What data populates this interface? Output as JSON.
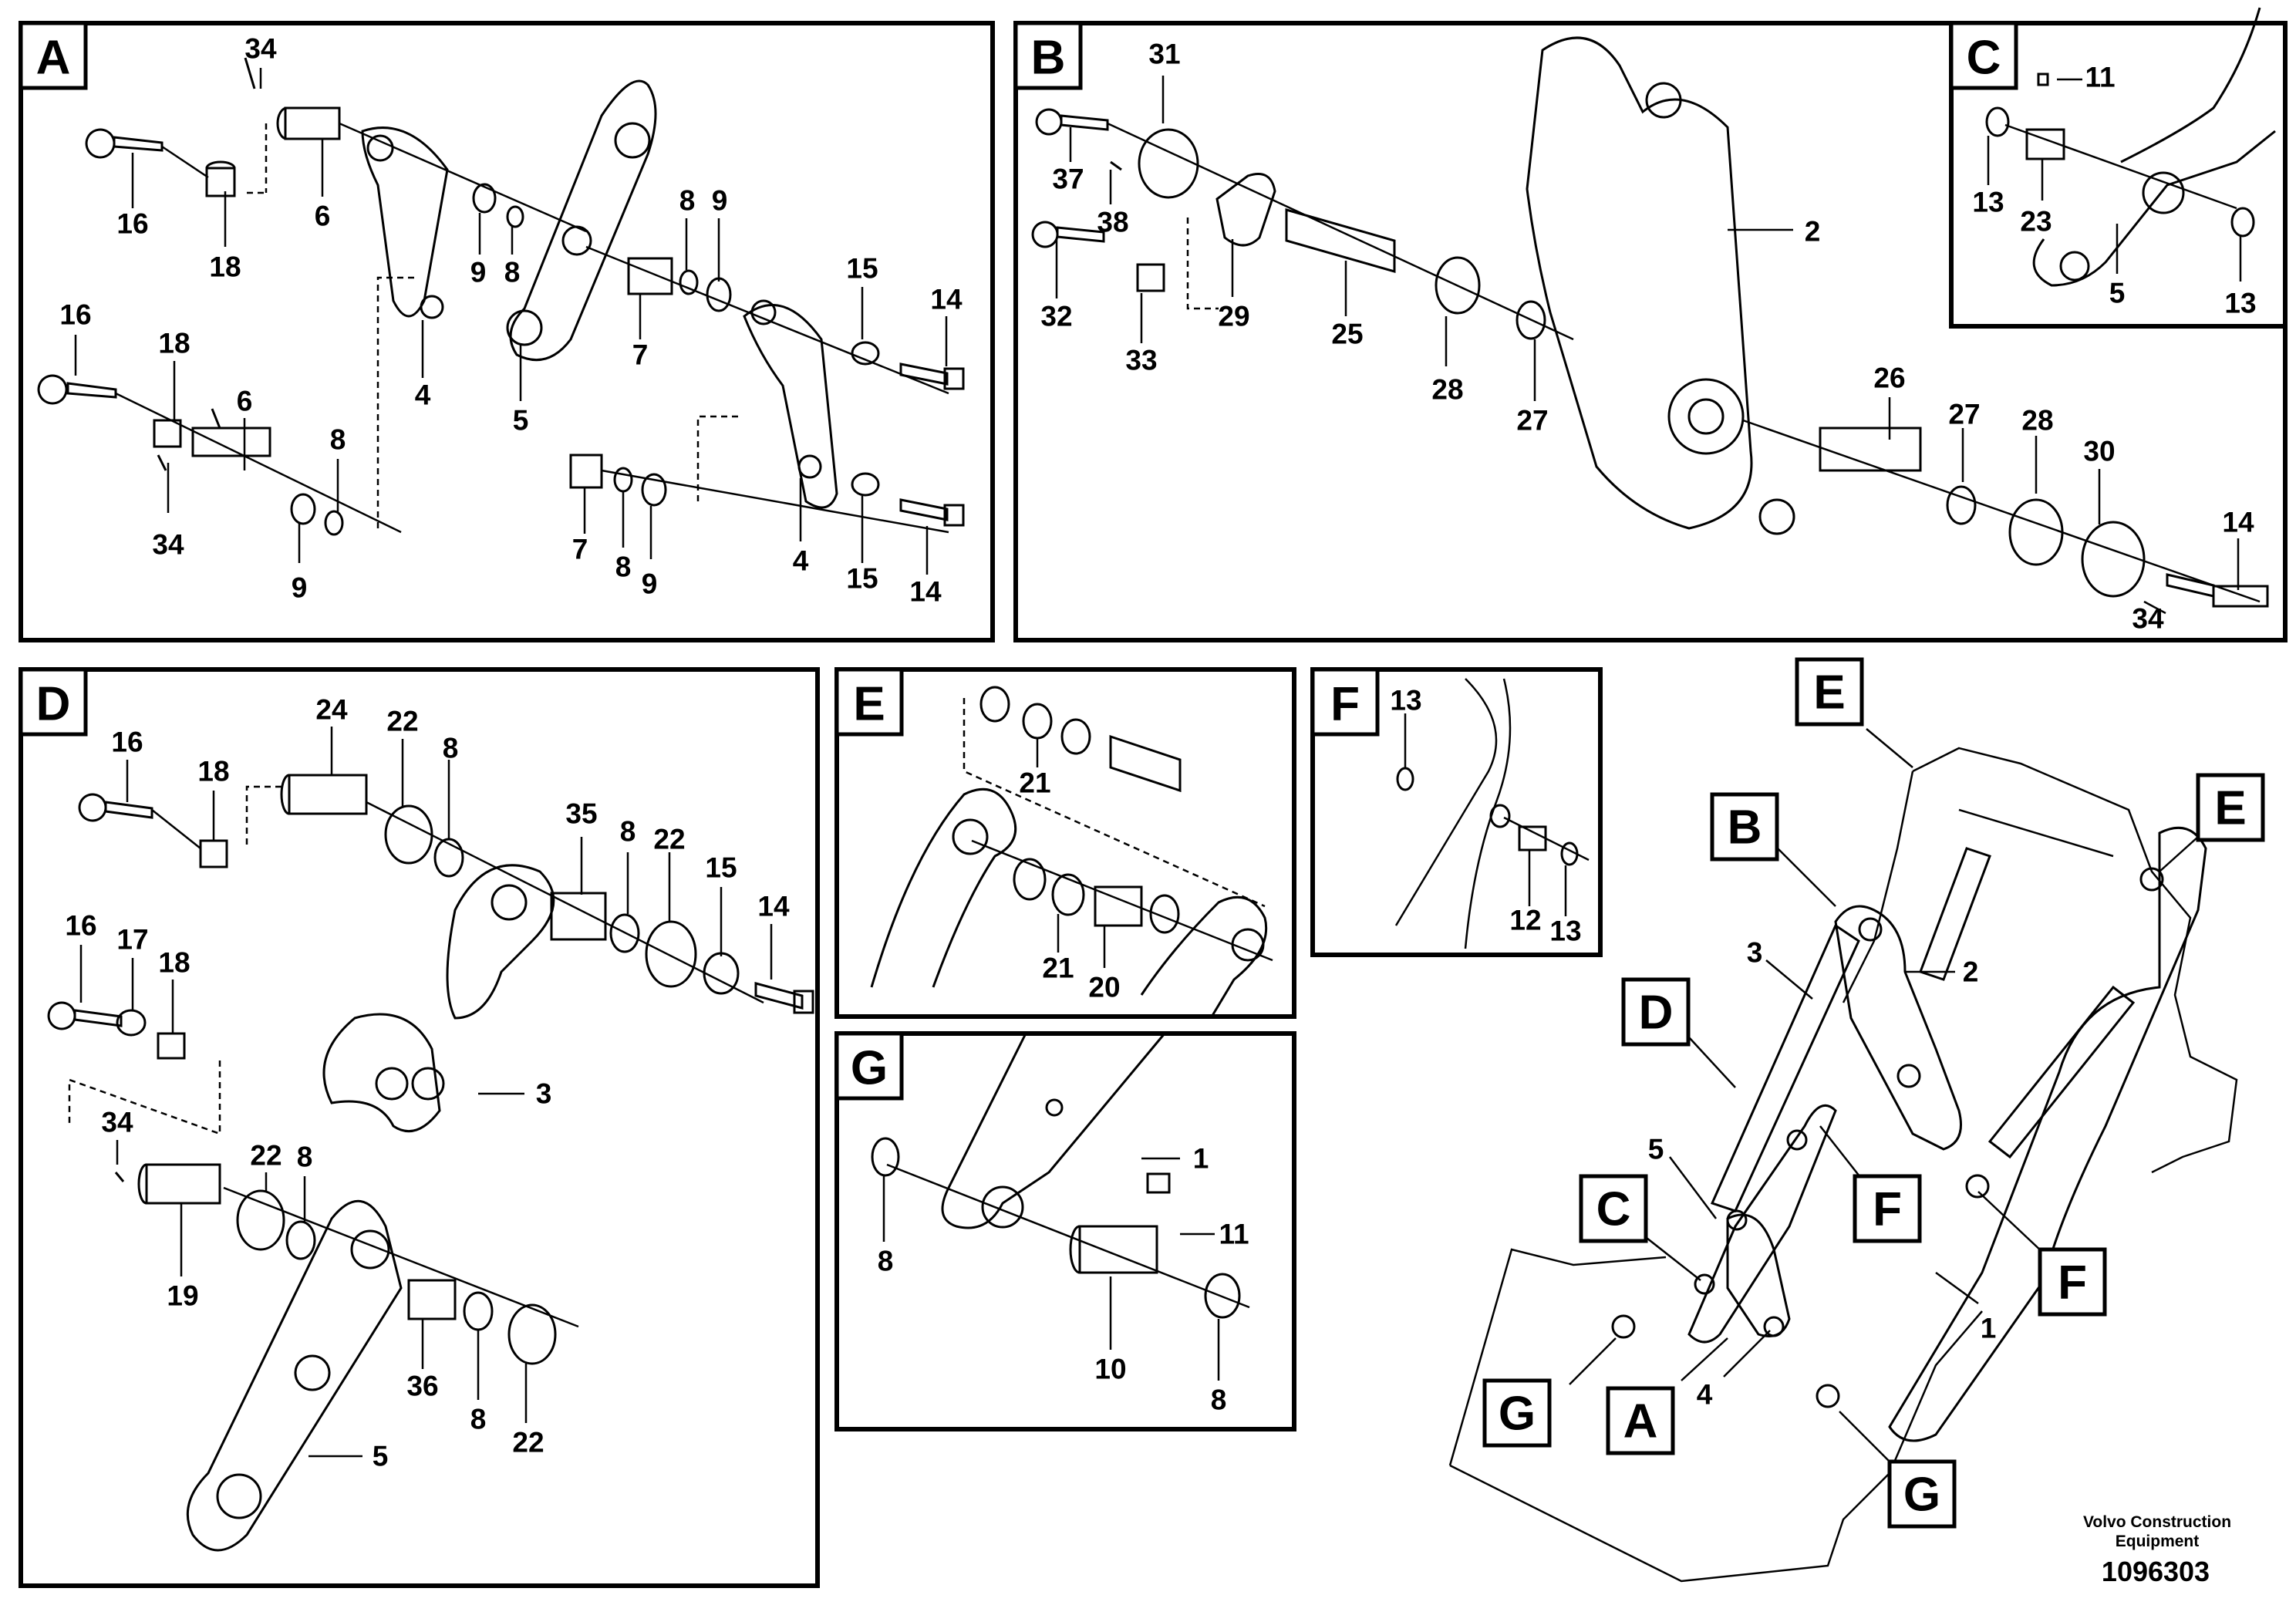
{
  "panels": {
    "A": {
      "tag": "A"
    },
    "B": {
      "tag": "B"
    },
    "C": {
      "tag": "C"
    },
    "D": {
      "tag": "D"
    },
    "E": {
      "tag": "E"
    },
    "F": {
      "tag": "F"
    },
    "G": {
      "tag": "G"
    }
  },
  "panel_A_numbers": [
    "34",
    "16",
    "18",
    "6",
    "9",
    "8",
    "8",
    "9",
    "7",
    "5",
    "4",
    "15",
    "14",
    "16",
    "18",
    "6",
    "34",
    "8",
    "9",
    "4",
    "7",
    "8",
    "9",
    "15",
    "14"
  ],
  "panel_B_numbers": [
    "31",
    "37",
    "38",
    "29",
    "25",
    "28",
    "27",
    "2",
    "32",
    "33",
    "26",
    "27",
    "28",
    "30",
    "14",
    "34"
  ],
  "panel_C_numbers": [
    "11",
    "13",
    "23",
    "5",
    "13"
  ],
  "panel_D_numbers": [
    "16",
    "18",
    "24",
    "22",
    "8",
    "35",
    "8",
    "22",
    "15",
    "14",
    "16",
    "17",
    "18",
    "3",
    "34",
    "22",
    "8",
    "19",
    "36",
    "8",
    "22",
    "5"
  ],
  "panel_E_numbers": [
    "21",
    "21",
    "20"
  ],
  "panel_F_numbers": [
    "13",
    "12",
    "13"
  ],
  "panel_G_numbers": [
    "1",
    "11",
    "8",
    "10",
    "8"
  ],
  "overview_callouts": [
    "E",
    "E",
    "B",
    "2",
    "3",
    "D",
    "F",
    "5",
    "C",
    "F",
    "1",
    "G",
    "A",
    "4",
    "G"
  ],
  "footer": {
    "company_line1": "Volvo Construction",
    "company_line2": "Equipment",
    "doc_number": "1096303"
  }
}
